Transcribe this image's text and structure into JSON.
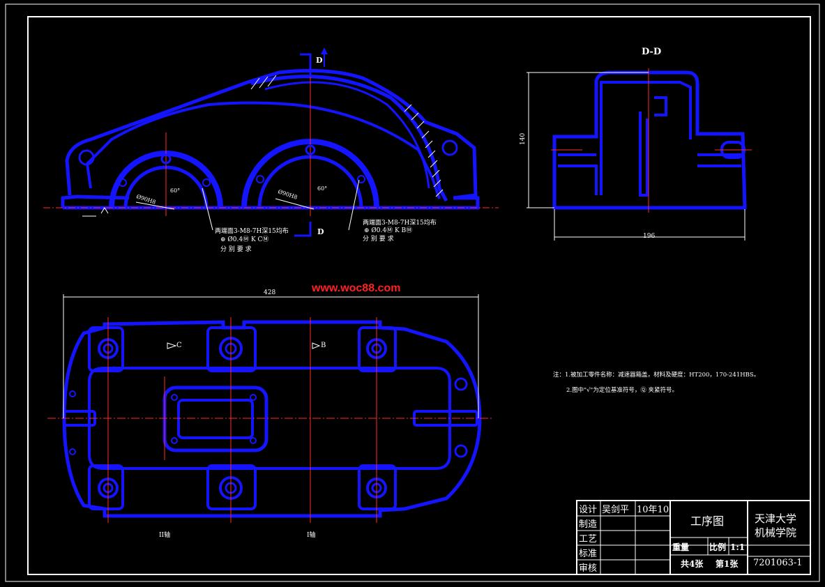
{
  "drawing": {
    "section_view_title": "D-D",
    "section_marker": "D",
    "dimensions": {
      "overall_length": "428",
      "section_width": "196",
      "section_height": "140"
    },
    "callouts": {
      "left_holes": "两端面3-M8-7H深15均布",
      "right_holes": "两端面3-M8-7H深15均布",
      "left_tolerance": "⊕ Ø0.4Ⓜ K CⓂ",
      "right_tolerance": "⊕ Ø0.4Ⓜ K BⓂ",
      "separate_requirement": "分 别 要 求",
      "angle_left": "60°",
      "angle_right": "60°",
      "bore_left": "Ø90H8",
      "bore_right": "Ø90H8",
      "datum_c": "C",
      "datum_b": "B"
    },
    "axis_labels": {
      "shaft_2": "II轴",
      "shaft_1": "I轴"
    },
    "notes": [
      "注：1.被加工零件名称：减速器箱盖，材料及硬度：HT200，170-241HBS。",
      "2.图中\"√\"为定位基准符号，Ⓠ 夹紧符号。"
    ],
    "watermark": "www.woc88.com"
  },
  "title_block": {
    "rows": [
      {
        "label": "设计",
        "name": "吴剑平",
        "date": "10年10"
      },
      {
        "label": "制造",
        "name": "",
        "date": ""
      },
      {
        "label": "工艺",
        "name": "",
        "date": ""
      },
      {
        "label": "标准",
        "name": "",
        "date": ""
      },
      {
        "label": "审核",
        "name": "",
        "date": ""
      }
    ],
    "drawing_title": "工序图",
    "institution": "天津大学\n机械学院",
    "institution_line1": "天津大学",
    "institution_line2": "机械学院",
    "weight_label": "重量",
    "scale_label": "比例",
    "scale_value": "1:1",
    "sheet_total": "共4张",
    "sheet_number": "第1张",
    "drawing_number": "7201063-1"
  },
  "colors": {
    "background": "#000000",
    "part_outline": "#1414ff",
    "center_lines": "#ff2a2a",
    "annotations": "#ffffff",
    "watermark": "#ff2020"
  }
}
